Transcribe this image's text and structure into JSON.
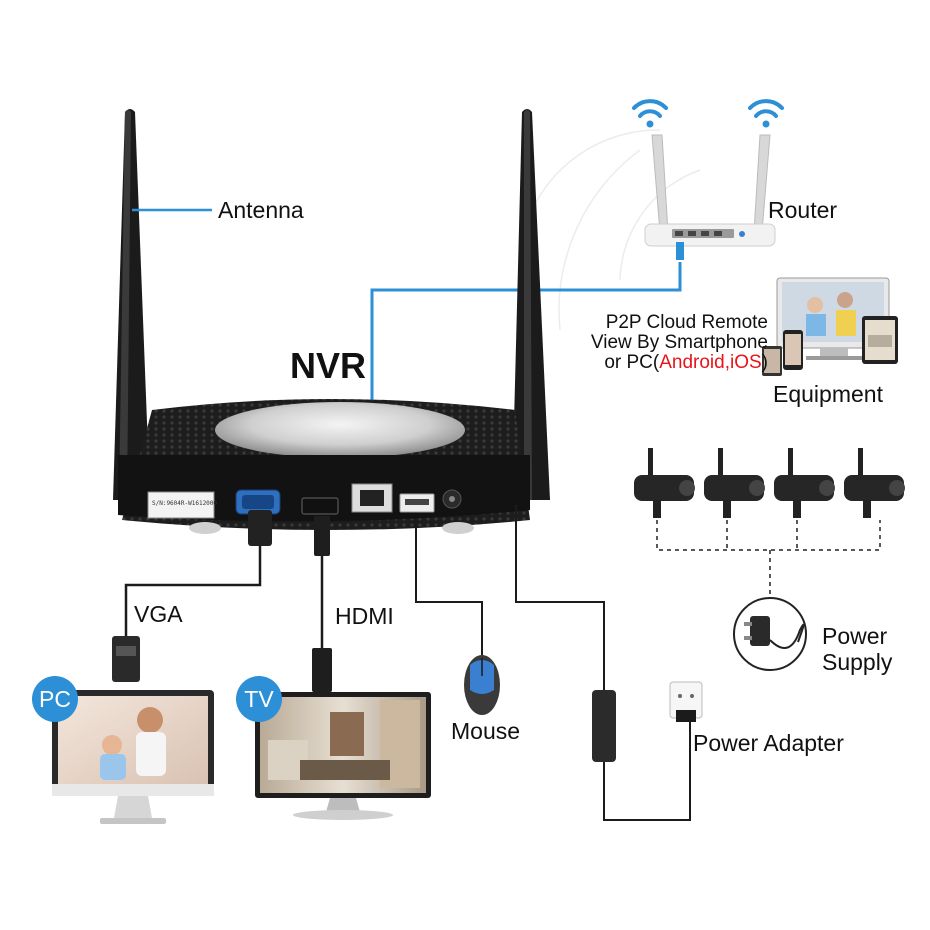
{
  "labels": {
    "antenna": "Antenna",
    "router": "Router",
    "nvr": "NVR",
    "p2p_line1": "P2P Cloud Remote",
    "p2p_line2": "View By Smartphone",
    "p2p_line3_prefix": "or PC(",
    "p2p_line3_highlight": "Android,iOS",
    "p2p_line3_suffix": ")",
    "equipment": "Equipment",
    "vga": "VGA",
    "hdmi": "HDMI",
    "mouse": "Mouse",
    "power_supply_line1": "Power",
    "power_supply_line2": "Supply",
    "power_adapter": "Power Adapter",
    "pc_badge": "PC",
    "tv_badge": "TV",
    "serial": "S/N:9604R-W1612000"
  },
  "colors": {
    "accent_blue": "#2d8fd5",
    "highlight_red": "#e8141b",
    "device_black": "#1b1b1b",
    "router_white": "#f2f2f2"
  }
}
